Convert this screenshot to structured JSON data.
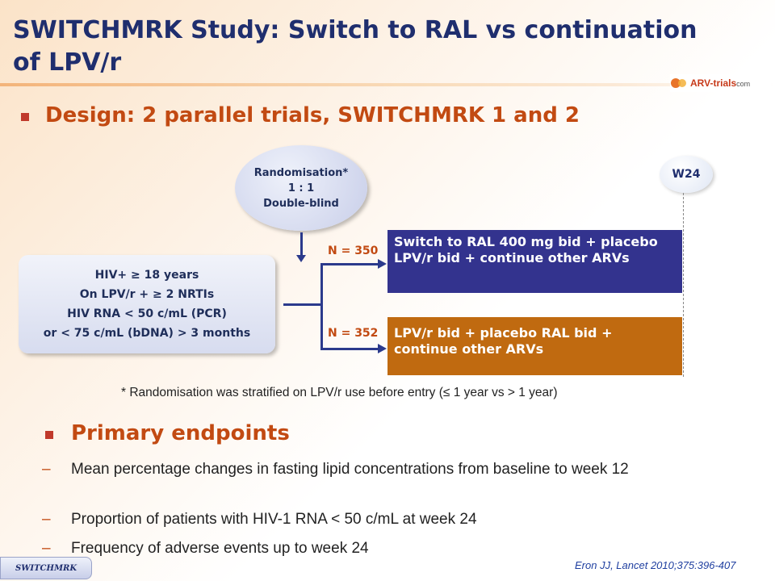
{
  "title": "SWITCHMRK Study: Switch to RAL vs continuation of LPV/r",
  "logo": {
    "brand": "ARV-trials",
    "suffix": "com"
  },
  "design_heading": "Design: 2 parallel trials, SWITCHMRK 1 and 2",
  "diagram": {
    "randomisation": [
      "Randomisation*",
      "1 : 1",
      "Double-blind"
    ],
    "timepoint": "W24",
    "patients": [
      "HIV+ ≥ 18 years",
      "On LPV/r + ≥ 2 NRTIs",
      "HIV RNA < 50 c/mL (PCR)",
      "or < 75 c/mL (bDNA) > 3 months"
    ],
    "arms": [
      {
        "n_label": "N = 350",
        "text": "Switch to RAL 400 mg bid + placebo LPV/r bid + continue other ARVs",
        "color": "#33338e"
      },
      {
        "n_label": "N = 352",
        "text": "LPV/r bid + placebo RAL bid + continue other ARVs",
        "color": "#c06a10"
      }
    ]
  },
  "footnote": "* Randomisation was stratified on LPV/r use before entry (≤ 1 year vs > 1 year)",
  "endpoints_heading": "Primary endpoints",
  "endpoints": [
    {
      "dash": "–",
      "text": "Mean percentage changes in fasting lipid concentrations from baseline to week 12"
    },
    {
      "dash": "–",
      "text": "Proportion of patients with HIV-1 RNA < 50 c/mL at week 24"
    },
    {
      "dash": "–",
      "text": "Frequency of adverse events up to week 24"
    }
  ],
  "badge": "SWITCHMRK",
  "citation": "Eron JJ, Lancet 2010;375:396-407",
  "colors": {
    "title": "#1f2e6e",
    "accent": "#c24a12",
    "arm1": "#33338e",
    "arm2": "#c06a10"
  }
}
